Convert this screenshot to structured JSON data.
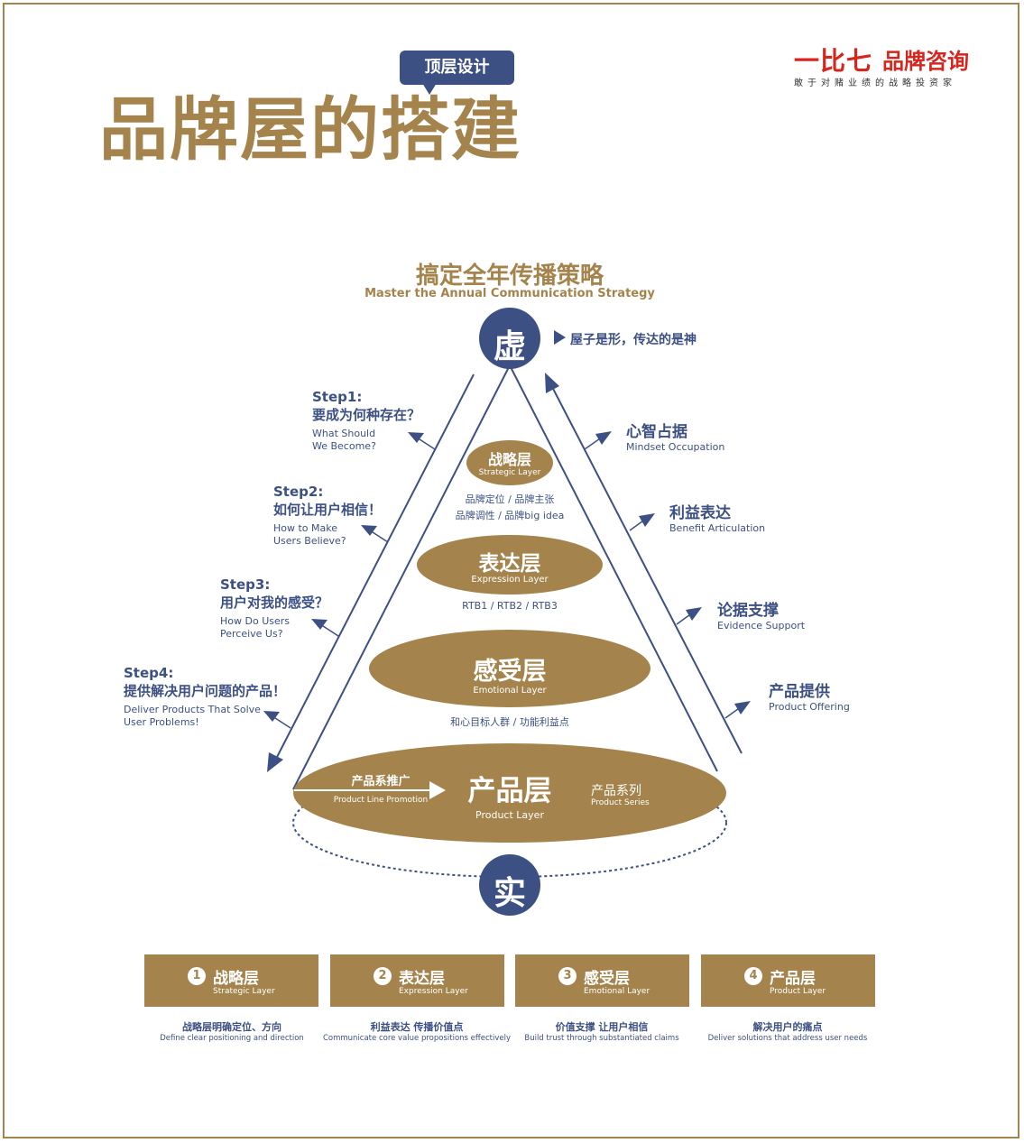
{
  "header": {
    "title": "品牌屋的搭建",
    "tag": "顶层设计",
    "brand_logo": "一比七",
    "brand_name": "品牌咨询",
    "brand_slogan": "敢于对赌业绩的战略投资家"
  },
  "diagram": {
    "top_title_cn": "搞定全年传播策略",
    "top_title_en": "Master the Annual Communication Strategy",
    "top_circle": "虚",
    "bottom_circle": "实",
    "top_note": "屋子是形，传达的是神",
    "steps": [
      {
        "head": "Step1:",
        "cn": "要成为何种存在？",
        "en": "What Should\nWe Become?"
      },
      {
        "head": "Step2:",
        "cn": "如何让用户相信！",
        "en": "How to Make\nUsers Believe?"
      },
      {
        "head": "Step3:",
        "cn": "用户对我的感受？",
        "en": "How Do Users\nPerceive Us?"
      },
      {
        "head": "Step4:",
        "cn": "提供解决用户问题的产品！",
        "en": "Deliver Products That Solve\nUser Problems!"
      }
    ],
    "right_labels": [
      {
        "cn": "心智占据",
        "en": "Mindset Occupation"
      },
      {
        "cn": "利益表达",
        "en": "Benefit Articulation"
      },
      {
        "cn": "论据支撑",
        "en": "Evidence Support"
      },
      {
        "cn": "产品提供",
        "en": "Product Offering"
      }
    ],
    "layers": [
      {
        "cn": "战略层",
        "en": "Strategic Layer",
        "note1": "品牌定位 / 品牌主张",
        "note2": "品牌调性 / 品牌big idea"
      },
      {
        "cn": "表达层",
        "en": "Expression Layer",
        "note1": "RTB1 / RTB2 / RTB3"
      },
      {
        "cn": "感受层",
        "en": "Emotional Layer",
        "note1": "和心目标人群 / 功能利益点"
      },
      {
        "cn": "产品层",
        "en": "Product Layer"
      }
    ],
    "product_line_cn": "产品系推广",
    "product_line_en": "Product Line Promotion",
    "product_series_cn": "产品系列",
    "product_series_en": "Product Series"
  },
  "boxes": [
    {
      "num": "1",
      "cn": "战略层",
      "en": "Strategic Layer",
      "cap_cn": "战略层明确定位、方向",
      "cap_en": "Define clear positioning and direction"
    },
    {
      "num": "2",
      "cn": "表达层",
      "en": "Expression Layer",
      "cap_cn": "利益表达   传播价值点",
      "cap_en": "Communicate core value propositions effectively"
    },
    {
      "num": "3",
      "cn": "感受层",
      "en": "Emotional Layer",
      "cap_cn": "价值支撑   让用户相信",
      "cap_en": "Build trust through substantiated claims"
    },
    {
      "num": "4",
      "cn": "产品层",
      "en": "Product Layer",
      "cap_cn": "解决用户的痛点",
      "cap_en": "Deliver solutions that address user needs"
    }
  ],
  "colors": {
    "gold": "#a4844c",
    "navy": "#3c5083",
    "red": "#d7251e"
  }
}
